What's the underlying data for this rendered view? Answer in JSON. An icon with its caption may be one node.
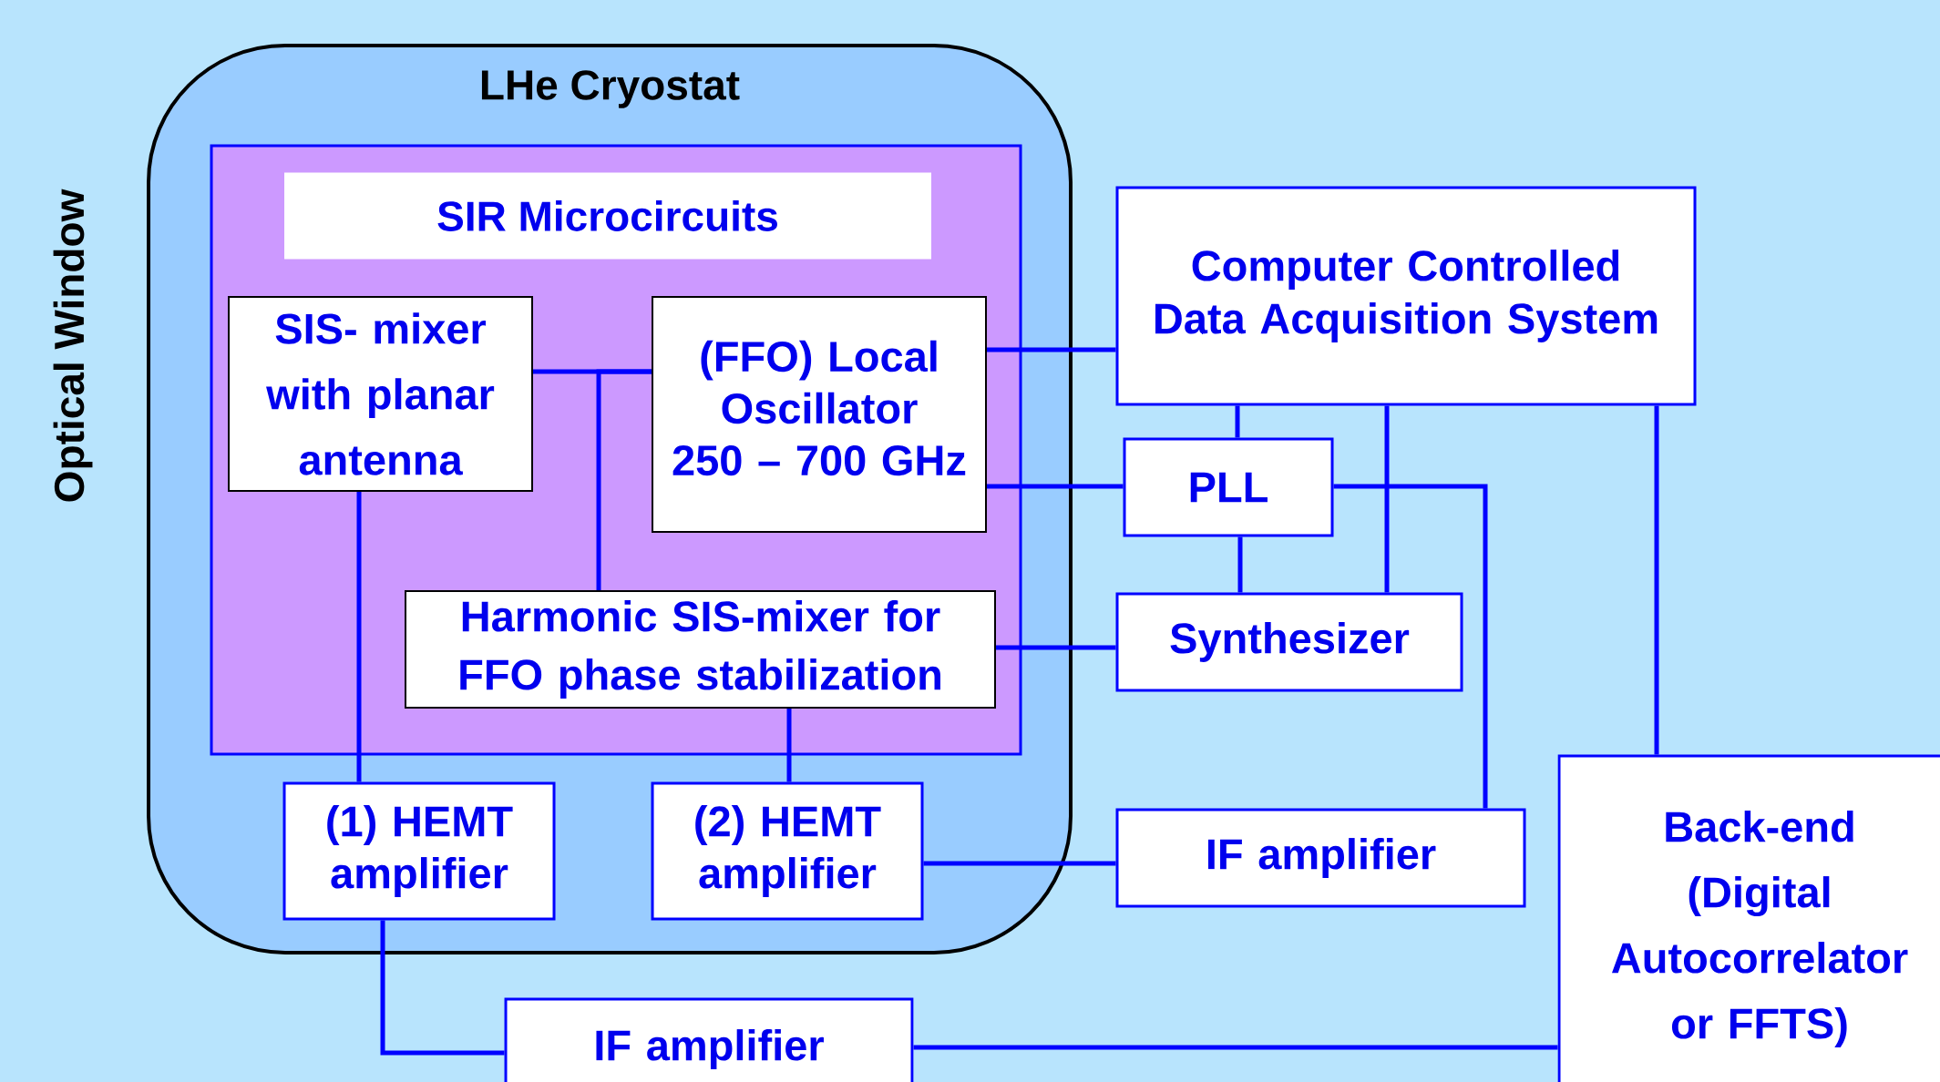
{
  "diagram": {
    "nodes": [
      {
        "text": [
          "LHe Cryostat"
        ]
      },
      {
        "text": [
          "SIR Microcircuits"
        ],
        "in": 0
      },
      {
        "text": [
          "SIS- mixer with planar antenna"
        ],
        "in": 1
      },
      {
        "text": [
          "(FFO) Local Oscillator",
          "250 – 700 GHz"
        ],
        "in": 1
      },
      {
        "text": [
          "Harmonic SIS-mixer for FFO phase stabilization"
        ],
        "in": 1
      },
      {
        "text": [
          "(1) HEMT amplifier"
        ],
        "in": 0
      },
      {
        "text": [
          "(2) HEMT amplifier"
        ],
        "in": 0
      },
      {
        "text": [
          "Computer Controlled Data Acquisition System"
        ]
      },
      {
        "text": [
          "PLL"
        ]
      },
      {
        "text": [
          "Synthesizer"
        ]
      },
      {
        "text": [
          "IF amplifier"
        ]
      },
      {
        "text": [
          "Back-end (Digital Autocorrelator or FFTS)"
        ]
      },
      {
        "text": [
          "IF amplifier"
        ]
      }
    ],
    "edges": [
      {
        "from": 2,
        "to": 3,
        "arrow": "none"
      },
      {
        "from": 3,
        "to": 4,
        "arrow": "none"
      },
      {
        "from": 2,
        "to": 5,
        "arrow": "none"
      },
      {
        "from": 4,
        "to": 6,
        "arrow": "none"
      },
      {
        "from": 3,
        "to": 7,
        "arrow": "none"
      },
      {
        "from": 3,
        "to": 8,
        "arrow": "none"
      },
      {
        "from": 7,
        "to": 8,
        "arrow": "none"
      },
      {
        "from": 8,
        "to": 9,
        "arrow": "none"
      },
      {
        "from": 7,
        "to": 9,
        "arrow": "none"
      },
      {
        "from": 8,
        "to": 10,
        "arrow": "none"
      },
      {
        "from": 4,
        "to": 9,
        "arrow": "none"
      },
      {
        "from": 6,
        "to": 10,
        "arrow": "none"
      },
      {
        "from": 5,
        "to": 12,
        "arrow": "none"
      },
      {
        "from": 12,
        "to": 11,
        "arrow": "none"
      },
      {
        "from": 7,
        "to": 11,
        "arrow": "none"
      }
    ],
    "labels": [
      "Optical Window"
    ]
  }
}
